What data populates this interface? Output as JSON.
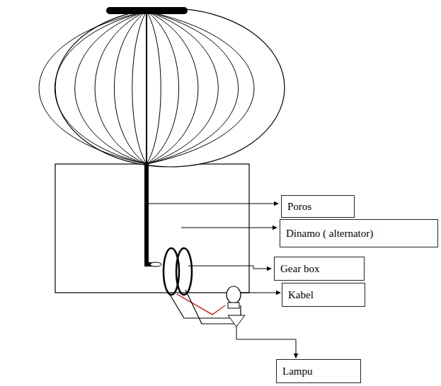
{
  "diagram": {
    "nodes": [
      {
        "text": [
          "Poros"
        ]
      },
      {
        "text": [
          "Dinamo ( alternator)"
        ]
      },
      {
        "text": [
          "Gear box"
        ]
      },
      {
        "text": [
          "Kabel"
        ]
      },
      {
        "text": [
          "Lampu"
        ]
      }
    ]
  }
}
